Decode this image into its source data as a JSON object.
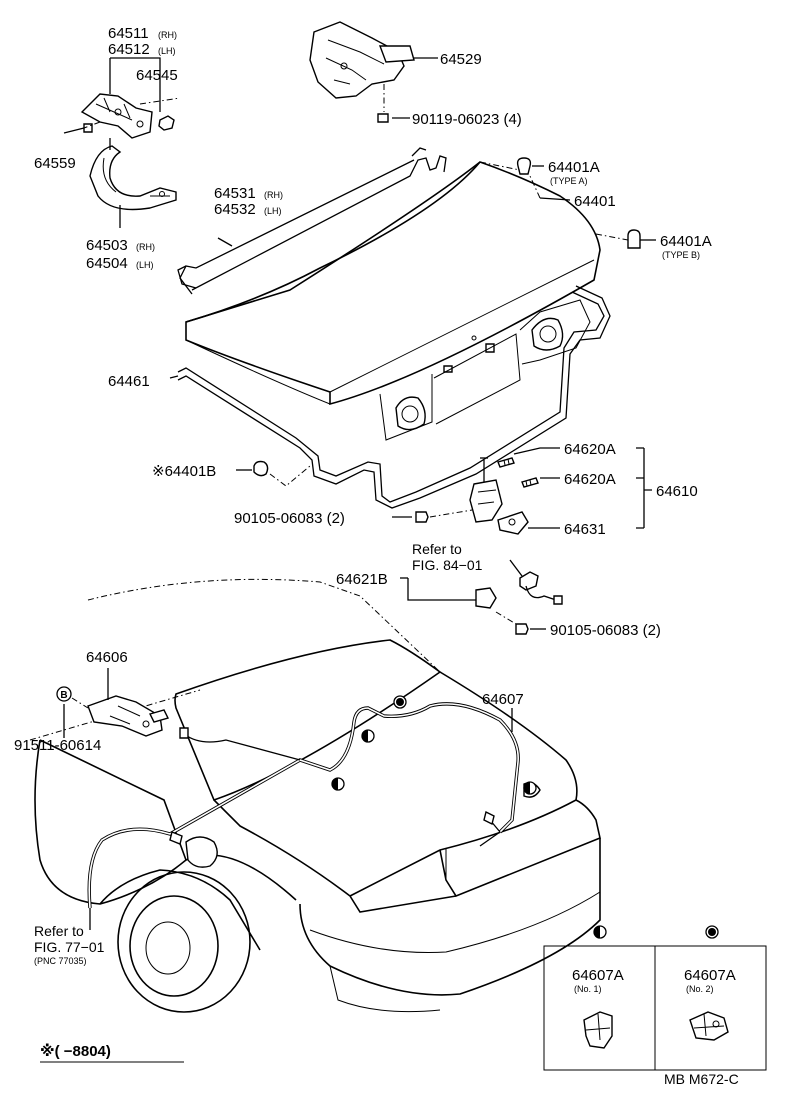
{
  "parts": {
    "p64511": {
      "no": "64511",
      "side": "(RH)"
    },
    "p64512": {
      "no": "64512",
      "side": "(LH)"
    },
    "p64545": {
      "no": "64545"
    },
    "p64559": {
      "no": "64559"
    },
    "p64503": {
      "no": "64503",
      "side": "(RH)"
    },
    "p64504": {
      "no": "64504",
      "side": "(LH)"
    },
    "p64529": {
      "no": "64529"
    },
    "p90119": {
      "no": "90119-06023 (4)"
    },
    "p64401A_a": {
      "no": "64401A",
      "type": "(TYPE A)"
    },
    "p64401": {
      "no": "64401"
    },
    "p64401A_b": {
      "no": "64401A",
      "type": "(TYPE B)"
    },
    "p64531": {
      "no": "64531",
      "side": "(RH)"
    },
    "p64532": {
      "no": "64532",
      "side": "(LH)"
    },
    "p64461": {
      "no": "64461"
    },
    "p64401B": {
      "no": "※64401B"
    },
    "p64620A_1": {
      "no": "64620A"
    },
    "p64620A_2": {
      "no": "64620A"
    },
    "p64610": {
      "no": "64610"
    },
    "p90105_1": {
      "no": "90105-06083 (2)"
    },
    "p64631": {
      "no": "64631"
    },
    "p64621B": {
      "no": "64621B"
    },
    "p90105_2": {
      "no": "90105-06083 (2)"
    },
    "p64606": {
      "no": "64606"
    },
    "p64607": {
      "no": "64607"
    },
    "p91511": {
      "no": "91511-60614",
      "marker": "B"
    }
  },
  "refs": {
    "fig84": {
      "line1": "Refer to",
      "line2": "FIG. 84−01"
    },
    "fig77": {
      "line1": "Refer to",
      "line2": "FIG. 77−01",
      "line3": "(PNC 77035)"
    }
  },
  "detail_box": {
    "left": {
      "no": "64607A",
      "variant": "(No. 1)",
      "marker": "half-filled-circle"
    },
    "right": {
      "no": "64607A",
      "variant": "(No. 2)",
      "marker": "filled-circle"
    }
  },
  "footnote": "※(      −8804)",
  "diagram_code": "MB M672-C"
}
